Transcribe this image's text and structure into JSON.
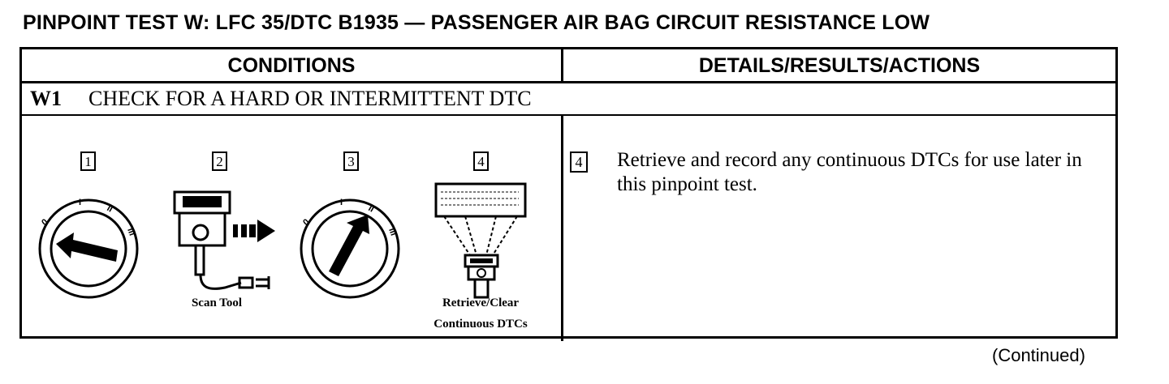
{
  "title": "PINPOINT TEST W:  LFC 35/DTC B1935 — PASSENGER AIR BAG CIRCUIT RESISTANCE LOW",
  "table": {
    "header_conditions": "CONDITIONS",
    "header_details": "DETAILS/RESULTS/ACTIONS",
    "step_id": "W1",
    "step_title": "CHECK FOR A HARD OR INTERMITTENT DTC"
  },
  "illustrations": {
    "items": [
      {
        "number": "1",
        "icon": "ignition-switch-off-icon"
      },
      {
        "number": "2",
        "icon": "scan-tool-icon",
        "caption": "Scan Tool"
      },
      {
        "number": "3",
        "icon": "ignition-switch-on-icon"
      },
      {
        "number": "4",
        "icon": "retrieve-clear-dtc-icon",
        "caption_line1": "Retrieve/Clear",
        "caption_line2": "Continuous DTCs"
      }
    ],
    "switch_marks": {
      "off": "0",
      "acc": "I",
      "run": "II",
      "start": "III"
    }
  },
  "results": {
    "step_number": "4",
    "text": "Retrieve and record any continuous DTCs for use later in this pinpoint test."
  },
  "footer": {
    "continued": "(Continued)"
  }
}
